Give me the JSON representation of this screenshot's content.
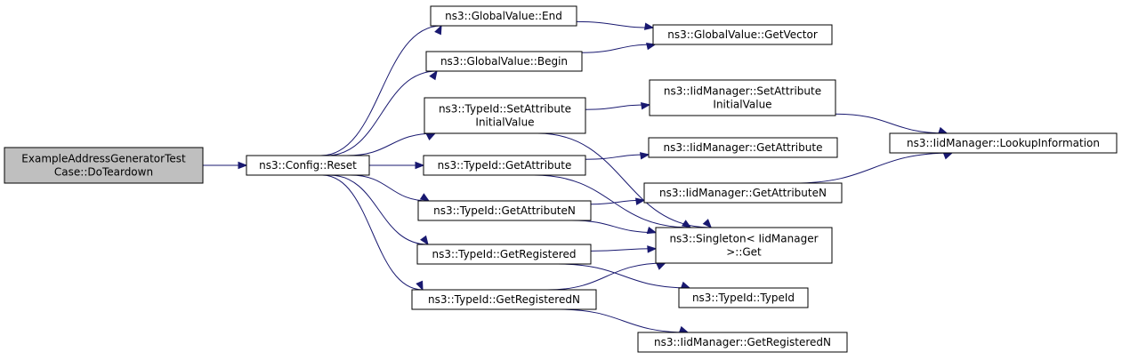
{
  "diagram": {
    "nodes": [
      {
        "id": "root",
        "lines": [
          "ExampleAddressGeneratorTest",
          "Case::DoTeardown"
        ],
        "highlighted": true
      },
      {
        "id": "config_reset",
        "lines": [
          "ns3::Config::Reset"
        ]
      },
      {
        "id": "gv_end",
        "lines": [
          "ns3::GlobalValue::End"
        ]
      },
      {
        "id": "gv_begin",
        "lines": [
          "ns3::GlobalValue::Begin"
        ]
      },
      {
        "id": "gv_getvector",
        "lines": [
          "ns3::GlobalValue::GetVector"
        ]
      },
      {
        "id": "tid_setattr",
        "lines": [
          "ns3::TypeId::SetAttribute",
          "InitialValue"
        ]
      },
      {
        "id": "tid_getattr",
        "lines": [
          "ns3::TypeId::GetAttribute"
        ]
      },
      {
        "id": "tid_getattrn",
        "lines": [
          "ns3::TypeId::GetAttributeN"
        ]
      },
      {
        "id": "tid_getreg",
        "lines": [
          "ns3::TypeId::GetRegistered"
        ]
      },
      {
        "id": "tid_getregn",
        "lines": [
          "ns3::TypeId::GetRegisteredN"
        ]
      },
      {
        "id": "iid_setattr",
        "lines": [
          "ns3::IidManager::SetAttribute",
          "InitialValue"
        ]
      },
      {
        "id": "iid_getattr",
        "lines": [
          "ns3::IidManager::GetAttribute"
        ]
      },
      {
        "id": "iid_getattrn",
        "lines": [
          "ns3::IidManager::GetAttributeN"
        ]
      },
      {
        "id": "iid_lookup",
        "lines": [
          "ns3::IidManager::LookupInformation"
        ]
      },
      {
        "id": "singleton_get",
        "lines": [
          "ns3::Singleton< IidManager",
          " >::Get"
        ]
      },
      {
        "id": "tid_typeid",
        "lines": [
          "ns3::TypeId::TypeId"
        ]
      },
      {
        "id": "iid_getregn",
        "lines": [
          "ns3::IidManager::GetRegisteredN"
        ]
      }
    ],
    "edges": [
      {
        "from": "root",
        "to": "config_reset"
      },
      {
        "from": "config_reset",
        "to": "gv_end"
      },
      {
        "from": "config_reset",
        "to": "gv_begin"
      },
      {
        "from": "config_reset",
        "to": "tid_setattr"
      },
      {
        "from": "config_reset",
        "to": "tid_getattr"
      },
      {
        "from": "config_reset",
        "to": "tid_getattrn"
      },
      {
        "from": "config_reset",
        "to": "tid_getreg"
      },
      {
        "from": "config_reset",
        "to": "tid_getregn"
      },
      {
        "from": "gv_end",
        "to": "gv_getvector"
      },
      {
        "from": "gv_begin",
        "to": "gv_getvector"
      },
      {
        "from": "tid_setattr",
        "to": "iid_setattr"
      },
      {
        "from": "tid_setattr",
        "to": "singleton_get"
      },
      {
        "from": "tid_getattr",
        "to": "iid_getattr"
      },
      {
        "from": "tid_getattr",
        "to": "singleton_get"
      },
      {
        "from": "tid_getattrn",
        "to": "iid_getattrn"
      },
      {
        "from": "tid_getattrn",
        "to": "singleton_get"
      },
      {
        "from": "tid_getreg",
        "to": "singleton_get"
      },
      {
        "from": "tid_getreg",
        "to": "tid_typeid"
      },
      {
        "from": "tid_getregn",
        "to": "singleton_get"
      },
      {
        "from": "tid_getregn",
        "to": "iid_getregn"
      },
      {
        "from": "iid_setattr",
        "to": "iid_lookup"
      },
      {
        "from": "iid_getattrn",
        "to": "iid_lookup"
      }
    ],
    "colors": {
      "edge": "#191970",
      "root_fill": "#bfbfbf",
      "node_fill": "#ffffff",
      "border": "#000000"
    }
  }
}
